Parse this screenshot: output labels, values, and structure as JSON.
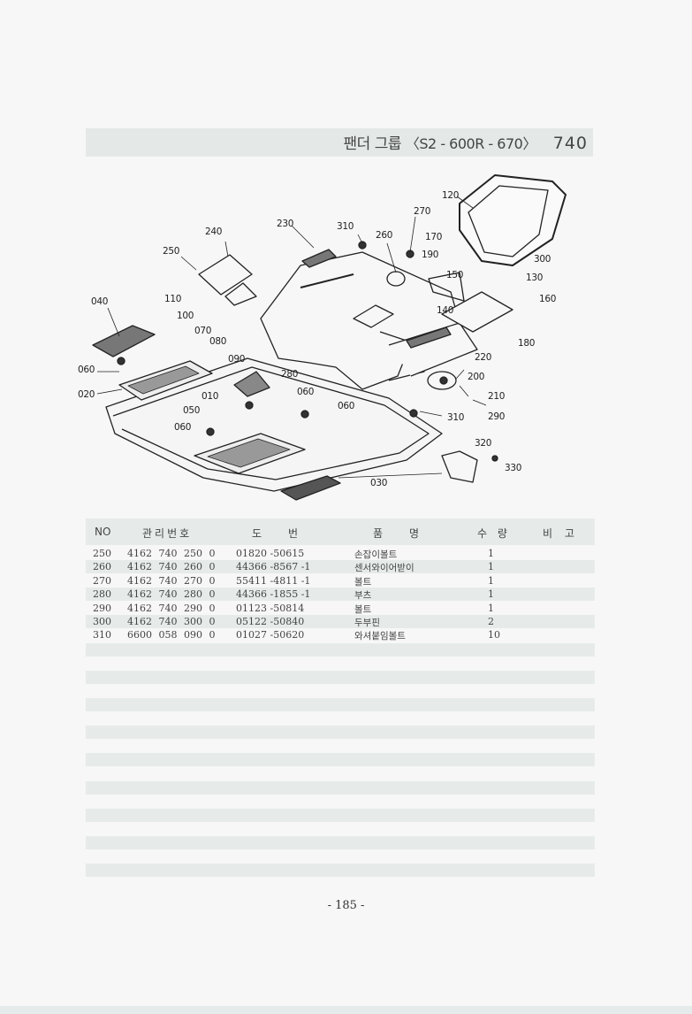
{
  "header": {
    "group_title": "팬더 그룹",
    "model": "〈S2 - 600R - 670〉",
    "group_number": "740"
  },
  "diagram": {
    "callouts": [
      "010",
      "020",
      "030",
      "040",
      "050",
      "060",
      "060",
      "060",
      "060",
      "070",
      "080",
      "090",
      "100",
      "110",
      "120",
      "130",
      "140",
      "150",
      "160",
      "170",
      "180",
      "190",
      "200",
      "210",
      "220",
      "230",
      "240",
      "250",
      "260",
      "270",
      "280",
      "290",
      "300",
      "310",
      "310",
      "320",
      "330"
    ]
  },
  "table": {
    "headers": {
      "no": "NO",
      "management_number": "관리번호",
      "drawing_number": "도　　번",
      "part_name": "품　　명",
      "quantity": "수 량",
      "remarks": "비 고"
    },
    "rows": [
      {
        "no": "250",
        "mgmt": "4162 740 250 0",
        "drawing": "01820 -50615",
        "name": "손잡이볼트",
        "qty": "1",
        "remarks": ""
      },
      {
        "no": "260",
        "mgmt": "4162 740 260 0",
        "drawing": "44366 -8567 -1",
        "name": "센서와이어받이",
        "qty": "1",
        "remarks": ""
      },
      {
        "no": "270",
        "mgmt": "4162 740 270 0",
        "drawing": "55411 -4811 -1",
        "name": "볼트",
        "qty": "1",
        "remarks": ""
      },
      {
        "no": "280",
        "mgmt": "4162 740 280 0",
        "drawing": "44366 -1855 -1",
        "name": "부츠",
        "qty": "1",
        "remarks": ""
      },
      {
        "no": "290",
        "mgmt": "4162 740 290 0",
        "drawing": "01123 -50814",
        "name": "볼트",
        "qty": "1",
        "remarks": ""
      },
      {
        "no": "300",
        "mgmt": "4162 740 300 0",
        "drawing": "05122 -50840",
        "name": "두부핀",
        "qty": "2",
        "remarks": ""
      },
      {
        "no": "310",
        "mgmt": "6600 058 090 0",
        "drawing": "01027 -50620",
        "name": "와셔붙임볼트",
        "qty": "10",
        "remarks": ""
      }
    ]
  },
  "footer": {
    "page_number": "- 185 -"
  },
  "colors": {
    "band": "#e6ebea",
    "paper": "#f6f7f6",
    "ink": "#333333"
  }
}
